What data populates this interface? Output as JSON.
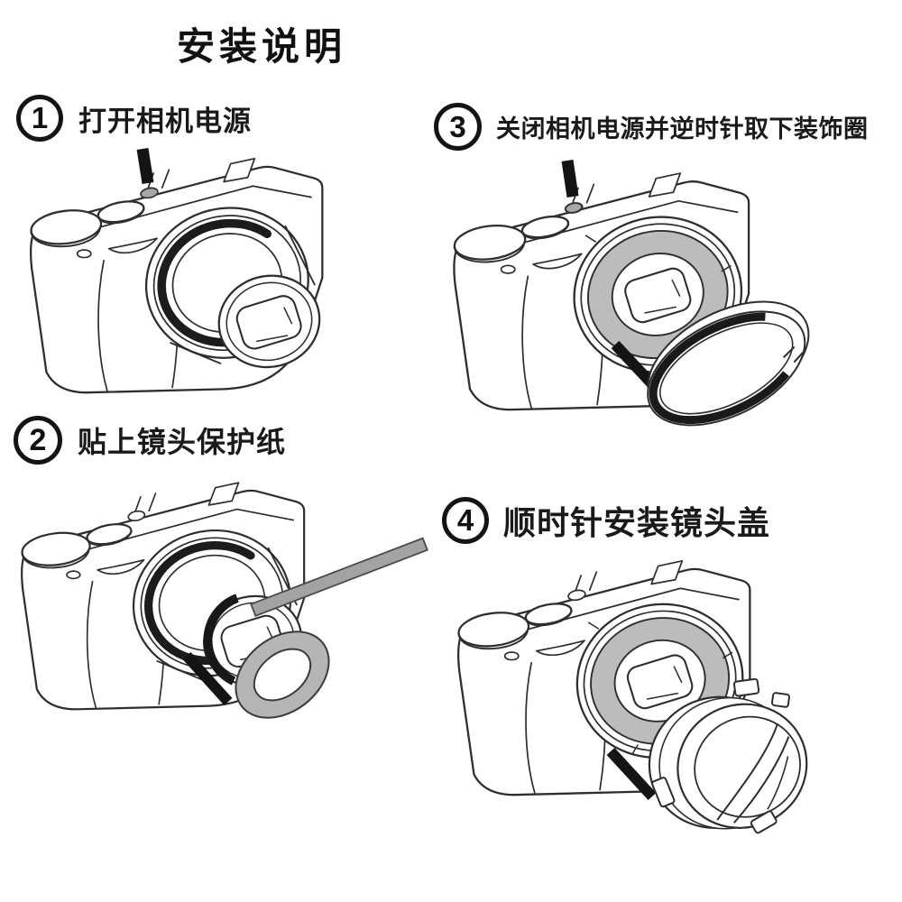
{
  "page": {
    "title": "安装说明"
  },
  "steps": [
    {
      "number": "1",
      "label": "打开相机电源",
      "illustration": "camera-power-on"
    },
    {
      "number": "2",
      "label": "贴上镜头保护纸",
      "illustration": "camera-apply-protection-paper"
    },
    {
      "number": "3",
      "label": "关闭相机电源并逆时针取下装饰圈",
      "illustration": "camera-remove-decorative-ring"
    },
    {
      "number": "4",
      "label": "顺时针安装镜头盖",
      "illustration": "camera-install-lens-cap"
    }
  ],
  "colors": {
    "line_art": "#2e2e2e",
    "arrow_black": "#141414",
    "paper_gray": "#a3a3a3",
    "ring_gray": "#bcbcbc",
    "background": "#ffffff"
  }
}
